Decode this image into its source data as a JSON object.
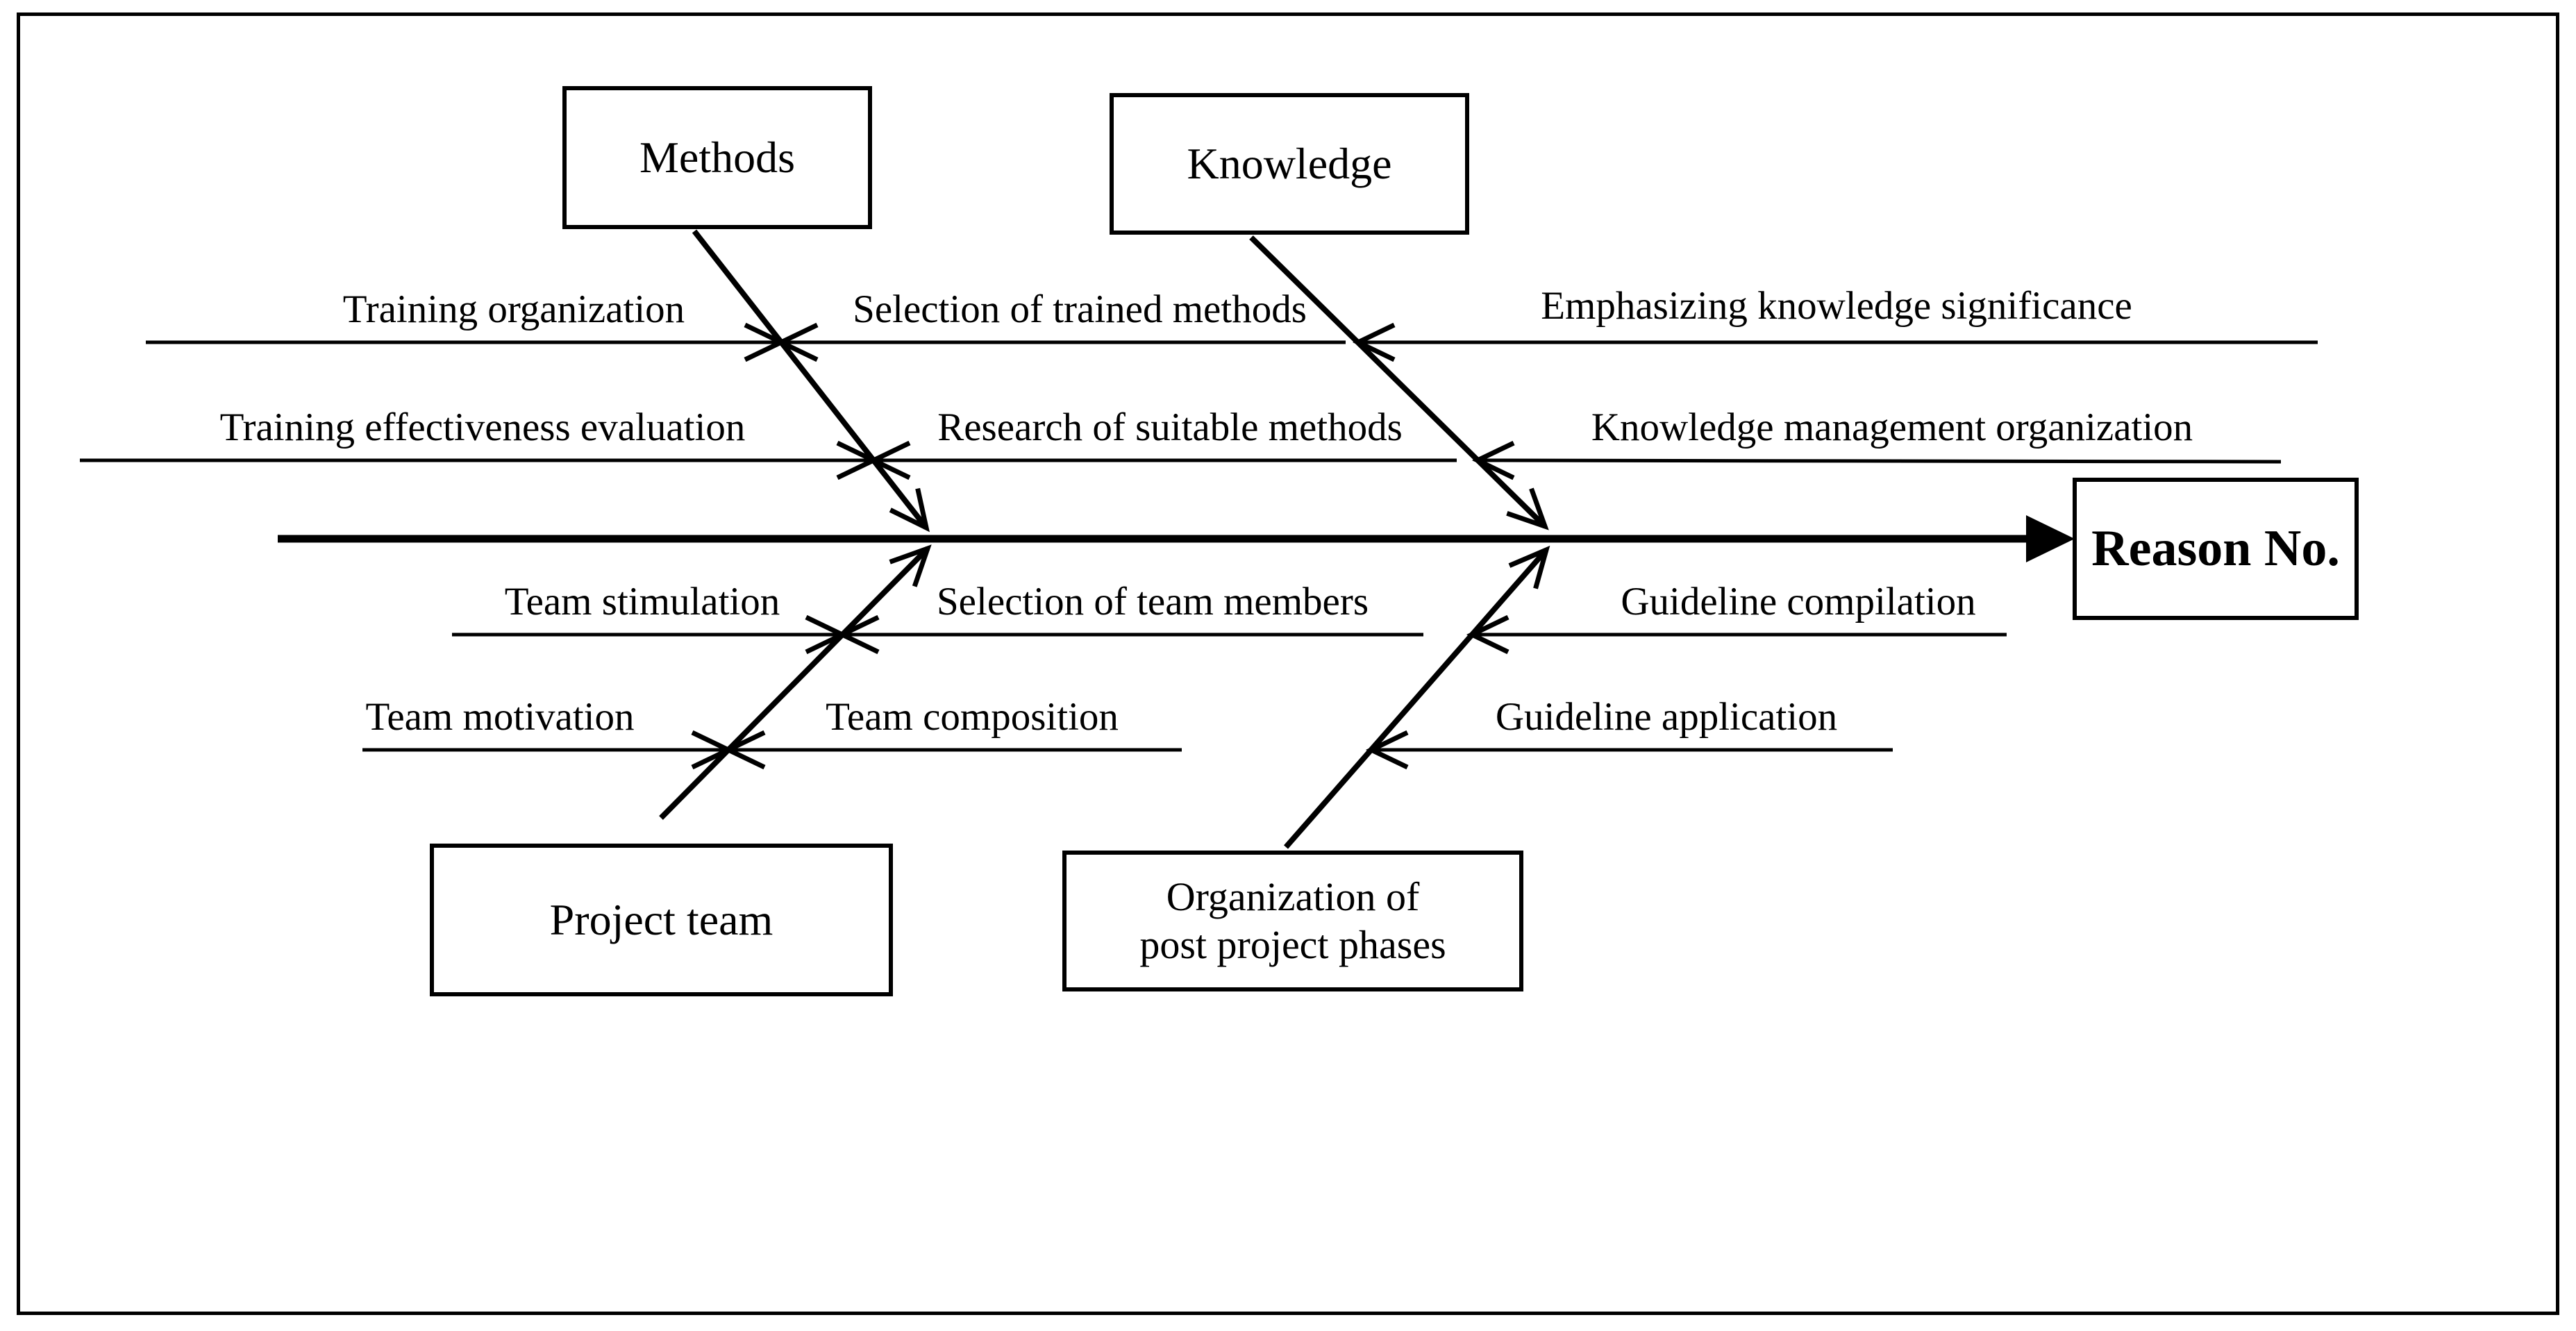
{
  "figure": {
    "type": "fishbone-diagram",
    "colors": {
      "line": "#000000",
      "background": "#ffffff",
      "text": "#000000"
    }
  },
  "fishbone": {
    "effect": "Reason No.",
    "branches": [
      {
        "name": "Methods",
        "side": "top",
        "causes": [
          "Training organization",
          "Selection of trained methods",
          "Training effectiveness evaluation",
          "Research of suitable methods"
        ]
      },
      {
        "name": "Knowledge",
        "side": "top",
        "causes": [
          "Emphasizing knowledge significance",
          "Knowledge management organization"
        ]
      },
      {
        "name": "Project team",
        "side": "bottom",
        "causes": [
          "Team stimulation",
          "Selection of team members",
          "Team motivation",
          "Team composition"
        ]
      },
      {
        "name": "Organization of post project phases",
        "name_lines": [
          "Organization of",
          "post project phases"
        ],
        "side": "bottom",
        "causes": [
          "Guideline compilation",
          "Guideline application"
        ]
      }
    ]
  }
}
